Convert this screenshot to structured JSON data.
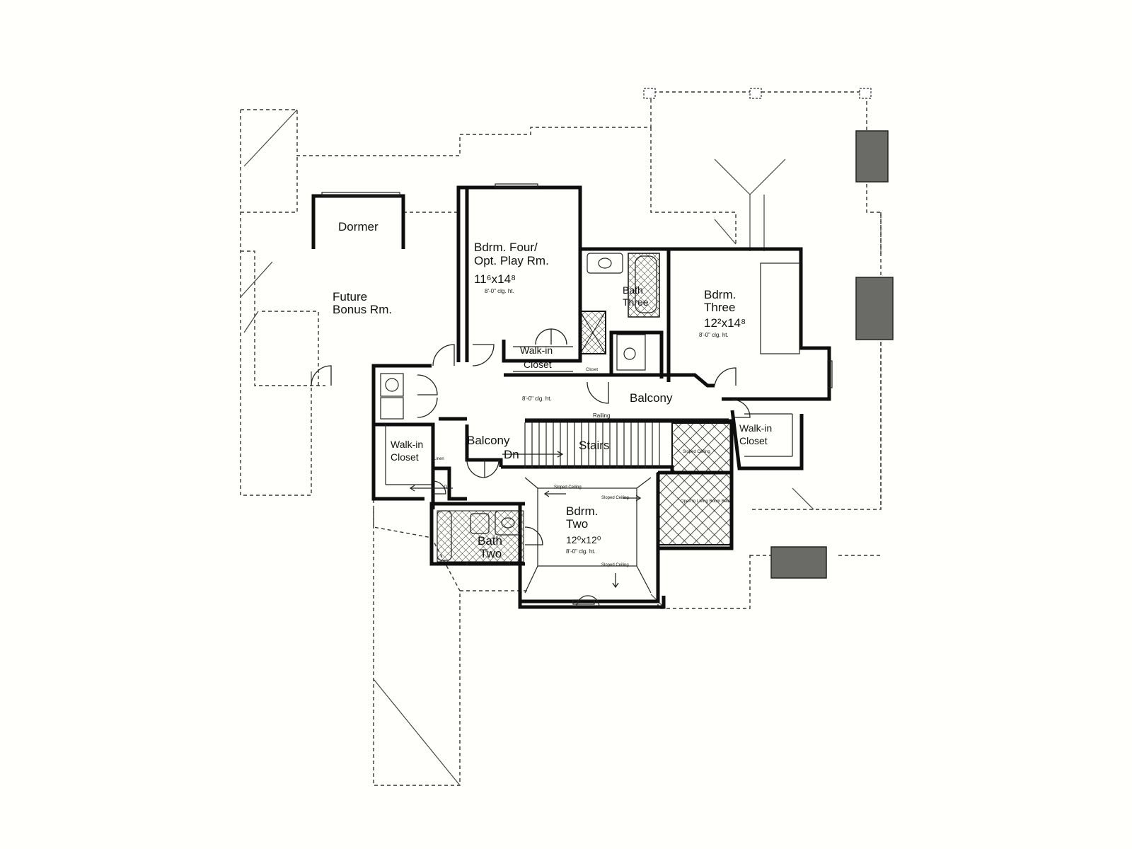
{
  "rooms": {
    "dormer": "Dormer",
    "bonus_1": "Future",
    "bonus_2": "Bonus Rm.",
    "bdrm4_1": "Bdrm. Four/",
    "bdrm4_2": "Opt. Play Rm.",
    "bdrm4_size": "11⁶x14⁸",
    "bdrm4_clg": "8'-0\" clg. ht.",
    "bath3_1": "Bath",
    "bath3_2": "Three",
    "bdrm3_1": "Bdrm.",
    "bdrm3_2": "Three",
    "bdrm3_size": "12²x14⁸",
    "bdrm3_clg": "8'-0\" clg. ht.",
    "walkin_top_1": "Walk-in",
    "walkin_top_2": "Closet",
    "closet_small": "Closet",
    "hall_clg": "8'-0\" clg. ht.",
    "balcony_right": "Balcony",
    "railing": "Railing",
    "walkin_right_1": "Walk-in",
    "walkin_right_2": "Closet",
    "walkin_left_1": "Walk-in",
    "walkin_left_2": "Closet",
    "linen": "Linen",
    "balcony_left": "Balcony",
    "dn": "Dn",
    "stairs": "Stairs",
    "sloped_1": "Sloped Ceiling",
    "sloped_2": "Sloped Ceiling",
    "sloped_3": "Sloped Ceiling",
    "sloped_4": "Sloped Ceiling",
    "open_below": "Open to Living Room Below",
    "bdrm2_1": "Bdrm.",
    "bdrm2_2": "Two",
    "bdrm2_size": "12⁰x12⁰",
    "bdrm2_clg": "8'-0\" clg. ht.",
    "bath2_1": "Bath",
    "bath2_2": "Two",
    "dn_small": "Dn"
  }
}
